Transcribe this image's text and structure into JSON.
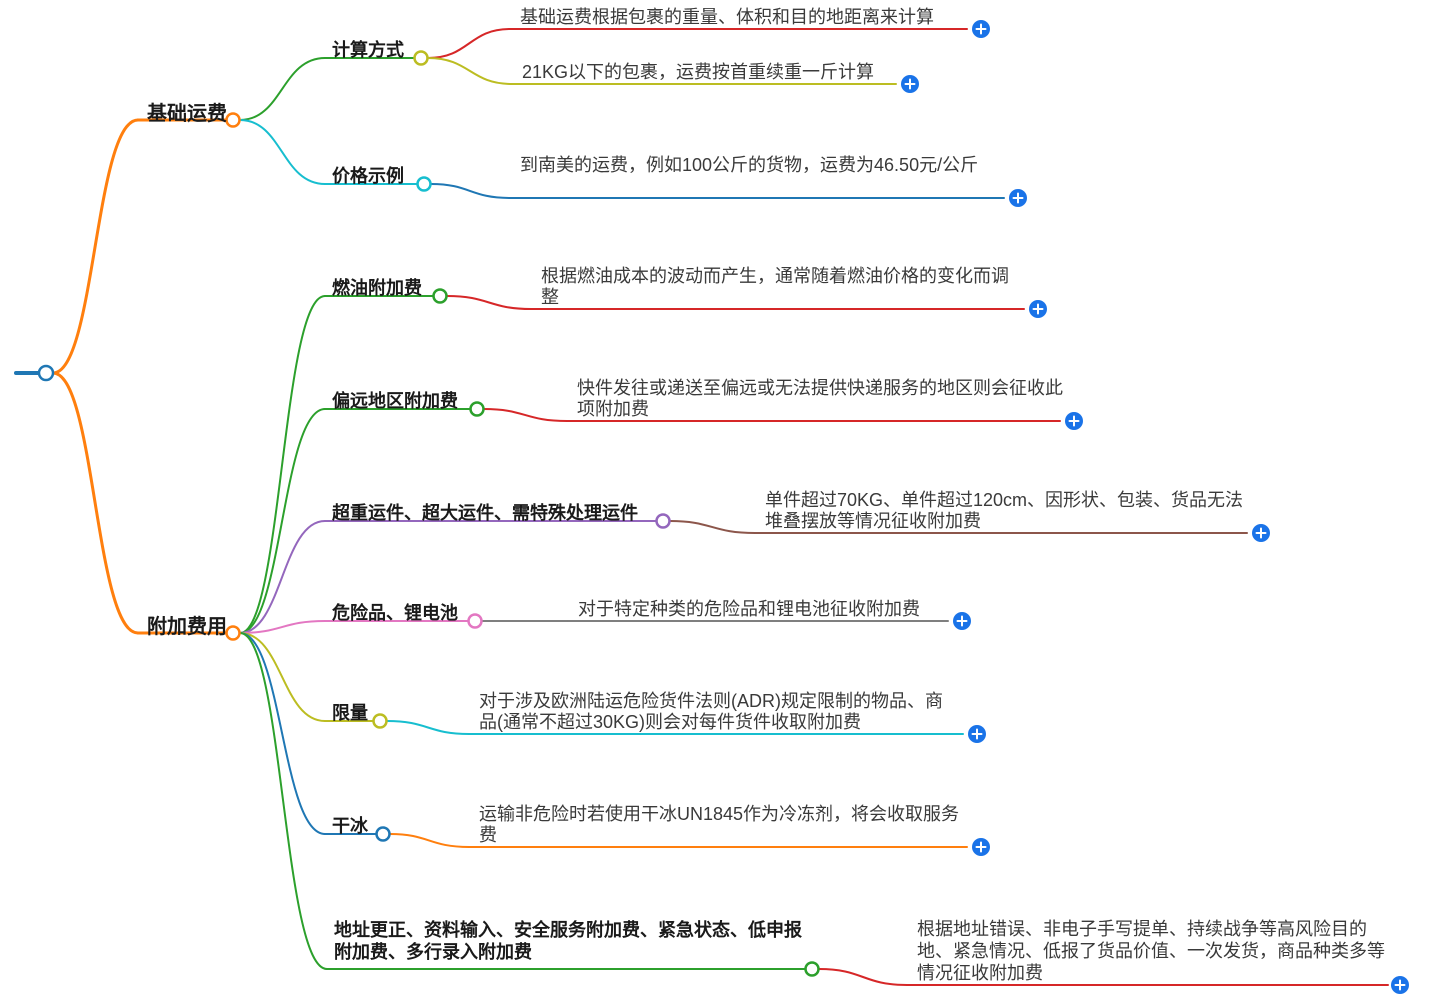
{
  "app": {
    "type": "mindmap",
    "background": "#ffffff"
  },
  "palette": {
    "blue": "#1f77b4",
    "orange": "#ff7f0e",
    "green": "#2ca02c",
    "red": "#d62728",
    "purple": "#9467bd",
    "brown": "#8c564b",
    "pink": "#e377c2",
    "gray": "#7f7f7f",
    "olive": "#bcbd22",
    "cyan": "#17becf",
    "expand_button": "#1a73e8",
    "label_text": "#1a1a1a",
    "leaf_text": "#3a3a3a"
  },
  "icons": {
    "expand": "plus-circle-icon",
    "node_toggle": "circle-icon"
  },
  "mindmap": {
    "root": {
      "label": "",
      "color": "#1f77b4",
      "children": [
        {
          "label": "基础运费",
          "color": "#ff7f0e",
          "children": [
            {
              "label": "计算方式",
              "color": "#bcbd22",
              "children": [
                {
                  "label": "基础运费根据包裹的重量、体积和目的地距离来计算",
                  "color": "#d62728"
                },
                {
                  "label": "21KG以下的包裹，运费按首重续重一斤计算",
                  "color": "#bcbd22"
                }
              ]
            },
            {
              "label": "价格示例",
              "color": "#17becf",
              "children": [
                {
                  "label": "到南美的运费，例如100公斤的货物，运费为46.50元/公斤",
                  "color": "#1f77b4"
                }
              ]
            }
          ]
        },
        {
          "label": "附加费用",
          "color": "#ff7f0e",
          "children": [
            {
              "label": "燃油附加费",
              "color": "#2ca02c",
              "children": [
                {
                  "label": "根据燃油成本的波动而产生，通常随着燃油价格的变化而调整",
                  "color": "#d62728"
                }
              ]
            },
            {
              "label": "偏远地区附加费",
              "color": "#2ca02c",
              "children": [
                {
                  "label": "快件发往或递送至偏远或无法提供快递服务的地区则会征收此项附加费",
                  "color": "#d62728"
                }
              ]
            },
            {
              "label": "超重运件、超大运件、需特殊处理运件",
              "color": "#9467bd",
              "children": [
                {
                  "label": "单件超过70KG、单件超过120cm、因形状、包装、货品无法堆叠摆放等情况征收附加费",
                  "color": "#8c564b"
                }
              ]
            },
            {
              "label": "危险品、锂电池",
              "color": "#e377c2",
              "children": [
                {
                  "label": "对于特定种类的危险品和锂电池征收附加费",
                  "color": "#7f7f7f"
                }
              ]
            },
            {
              "label": "限量",
              "color": "#bcbd22",
              "children": [
                {
                  "label": "对于涉及欧洲陆运危险货件法则(ADR)规定限制的物品、商品(通常不超过30KG)则会对每件货件收取附加费",
                  "color": "#17becf"
                }
              ]
            },
            {
              "label": "干冰",
              "color": "#1f77b4",
              "children": [
                {
                  "label": "运输非危险时若使用干冰UN1845作为冷冻剂，将会收取服务费",
                  "color": "#ff7f0e"
                }
              ]
            },
            {
              "label": "地址更正、资料输入、安全服务附加费、紧急状态、低申报附加费、多行录入附加费",
              "color": "#2ca02c",
              "children": [
                {
                  "label": "根据地址错误、非电子手写提单、持续战争等高风险目的地、紧急情况、低报了货品价值、一次发货，商品种类多等情况征收附加费",
                  "color": "#d62728"
                }
              ]
            }
          ]
        }
      ]
    }
  }
}
